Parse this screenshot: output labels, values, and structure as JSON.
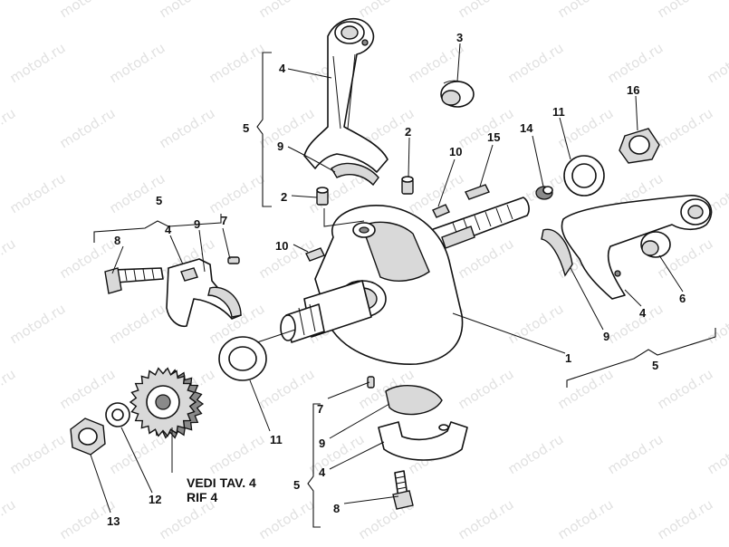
{
  "watermark": "motod.ru",
  "colors": {
    "ink": "#111111",
    "shade": "#d9d9d9",
    "watermark": "#c9c9c9"
  },
  "note": {
    "line1": "VEDI TAV. 4",
    "line2": "RIF 4"
  },
  "callouts": {
    "top_rod": "4",
    "top_group": "5",
    "top_shell": "9",
    "pin_a": "2",
    "pin_b": "2",
    "bushing": "3",
    "key_a": "10",
    "key_b": "15",
    "key_c": "10",
    "plug": "14",
    "washer_r": "11",
    "nut_r": "16",
    "left_group": "5",
    "left_bolt": "8",
    "left_cap": "4",
    "left_shell": "9",
    "left_dowel": "7",
    "crankshaft": "1",
    "right_shell": "9",
    "right_rod": "4",
    "right_bush": "6",
    "right_group": "5",
    "washer_l": "11",
    "gear_nut": "13",
    "gear_washer": "12",
    "bottom_dowel": "7",
    "bottom_shell": "9",
    "bottom_cap": "4",
    "bottom_group": "5",
    "bottom_bolt": "8"
  }
}
